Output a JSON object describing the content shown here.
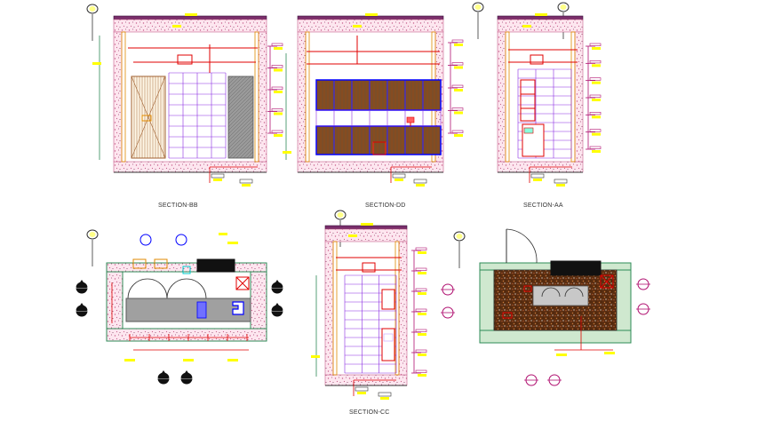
{
  "captions": {
    "bb": "SECTION-BB",
    "dd": "SECTION-DD",
    "aa": "SECTION-AA",
    "cc": "SECTION-CC"
  },
  "colors": {
    "background": "#ffffff",
    "wall_pink": "#c8608c",
    "dim_magenta": "#b01070",
    "tag_yellow": "#ffff00",
    "grid_purple": "#8a2be2",
    "section_red": "#e00000",
    "fixture_blue": "#0000ff",
    "frame_orange": "#e08a00",
    "dim_green": "#2e8b57",
    "counter_gray": "#888888"
  },
  "views": [
    {
      "id": "section-bb",
      "kind": "elevation"
    },
    {
      "id": "section-dd",
      "kind": "elevation"
    },
    {
      "id": "section-aa",
      "kind": "elevation"
    },
    {
      "id": "plan-left",
      "kind": "plan"
    },
    {
      "id": "section-cc",
      "kind": "elevation"
    },
    {
      "id": "plan-right",
      "kind": "ceiling-plan"
    }
  ]
}
